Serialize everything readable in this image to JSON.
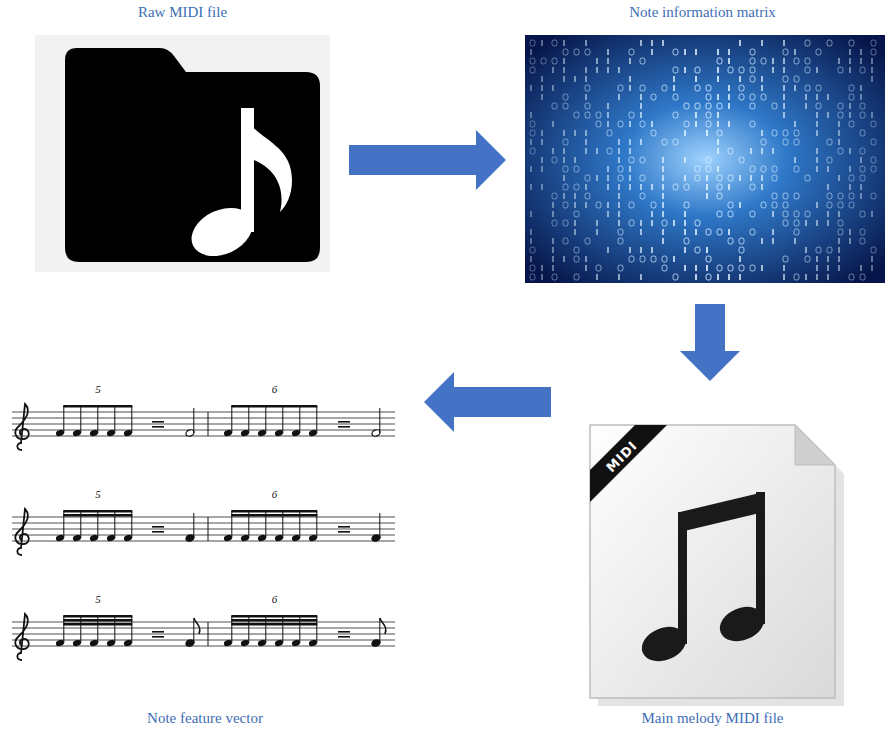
{
  "diagram": {
    "nodes": [
      {
        "text": [
          "Raw MIDI file"
        ]
      },
      {
        "text": [
          "Note information matrix"
        ]
      },
      {
        "text": [
          "Main melody MIDI file"
        ]
      },
      {
        "text": [
          "Note feature vector"
        ]
      }
    ],
    "edges": [
      {
        "from": 0,
        "to": 1,
        "arrow": "to"
      },
      {
        "from": 1,
        "to": 2,
        "arrow": "to"
      },
      {
        "from": 2,
        "to": 3,
        "arrow": "to"
      }
    ],
    "labels": [
      "MIDI",
      "5",
      "6",
      "5",
      "6",
      "5",
      "6"
    ]
  }
}
